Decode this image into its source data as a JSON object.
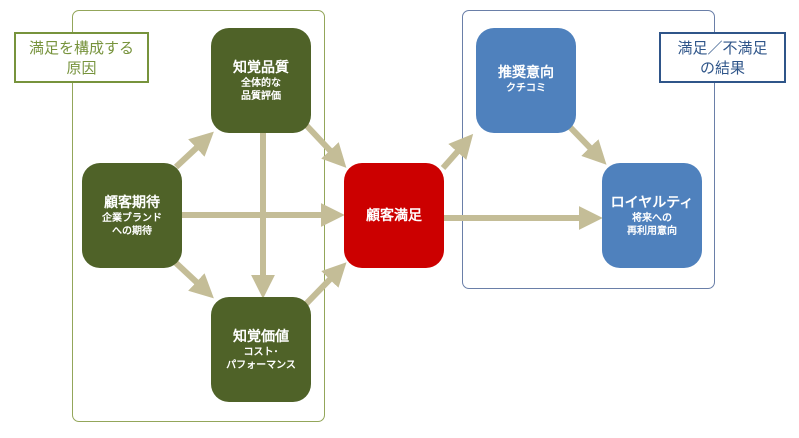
{
  "groups": {
    "causes": {
      "label_line1": "満足を構成する",
      "label_line2": "原因"
    },
    "results": {
      "label_line1": "満足／不満足",
      "label_line2": "の結果"
    }
  },
  "nodes": {
    "perceived_quality": {
      "title": "知覚品質",
      "sub1": "全体的な",
      "sub2": "品質評価"
    },
    "customer_expectation": {
      "title": "顧客期待",
      "sub1": "企業ブランド",
      "sub2": "への期待"
    },
    "perceived_value": {
      "title": "知覚価値",
      "sub1": "コスト･",
      "sub2": "パフォーマンス"
    },
    "customer_satisfaction": {
      "title": "顧客満足"
    },
    "recommendation": {
      "title": "推奨意向",
      "sub1": "クチコミ"
    },
    "loyalty": {
      "title": "ロイヤルティ",
      "sub1": "将来への",
      "sub2": "再利用意向"
    }
  },
  "colors": {
    "cause": "#4f6228",
    "satisfaction": "#cc0000",
    "result": "#4f81bd",
    "arrow": "#c4bd97"
  }
}
